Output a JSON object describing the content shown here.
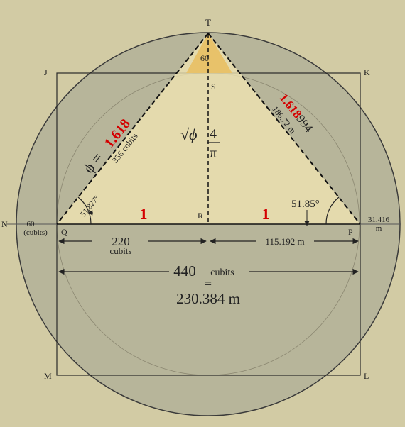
{
  "points": {
    "T": "T",
    "S": "S",
    "J": "J",
    "K": "K",
    "N": "N",
    "Q": "Q",
    "R": "R",
    "P": "P",
    "M": "M",
    "L": "L"
  },
  "angles": {
    "apex": "60",
    "left_base": "51.827°",
    "right_base": "51.85°"
  },
  "left_edge": {
    "phi_eq": "ϕ =",
    "phi_val": "1.618",
    "length": "356 cubits"
  },
  "right_edge": {
    "phi_red": "1.618",
    "phi_rest": "994",
    "length": "186.72 m"
  },
  "center": {
    "sqrt_phi": "√ϕ",
    "frac_num": "4",
    "frac_den": "π"
  },
  "unit_left": "1",
  "unit_right": "1",
  "circle_left": {
    "value": "60",
    "unit": "(cubits)"
  },
  "circle_right": {
    "value": "31.416",
    "unit": "m"
  },
  "dim_half": {
    "value": "220",
    "unit": "cubits"
  },
  "dim_half_m": "115.192 m",
  "dim_full": {
    "value": "440",
    "unit": "cubits",
    "eq": "=",
    "meters": "230.384 m"
  },
  "colors": {
    "background": "#d2cba4",
    "circle_fill": "#b7b59a",
    "triangle_fill": "#efe3b2",
    "accent_red": "#d40000"
  }
}
